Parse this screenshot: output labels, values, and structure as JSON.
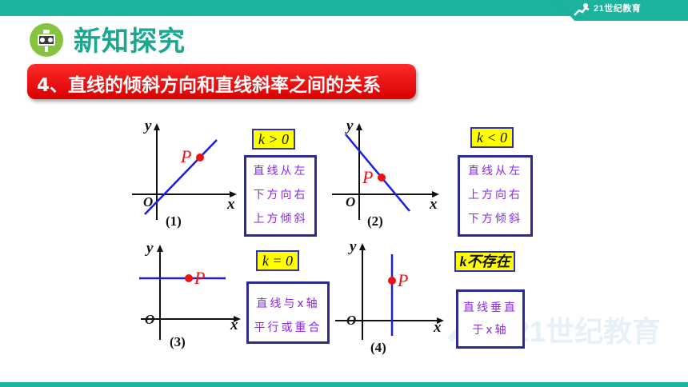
{
  "header": {
    "brand": "21世纪教育",
    "section_title": "新知探究",
    "banner_title": "4、直线的倾斜方向和直线斜率之间的关系"
  },
  "colors": {
    "teal": "#1bb39b",
    "banner_red": "#e60000",
    "line_blue": "#1c1ce0",
    "point_red": "#ee1111",
    "desc_purple": "#8a2be2",
    "condition_yellow": "#ffff00"
  },
  "axis_labels": {
    "x": "x",
    "y": "y",
    "origin": "O",
    "point": "P"
  },
  "panels": [
    {
      "label": "(1)",
      "condition": "k > 0",
      "description": [
        "直线从左",
        "下方向右",
        "上方倾斜"
      ]
    },
    {
      "label": "(2)",
      "condition": "k < 0",
      "description": [
        "直线从左",
        "上方向右",
        "下方倾斜"
      ]
    },
    {
      "label": "(3)",
      "condition": "k = 0",
      "description": [
        "直线与x轴",
        "平行或重合"
      ]
    },
    {
      "label": "(4)",
      "condition": "k不存在",
      "description": [
        "直线垂直",
        "于x轴"
      ]
    }
  ]
}
